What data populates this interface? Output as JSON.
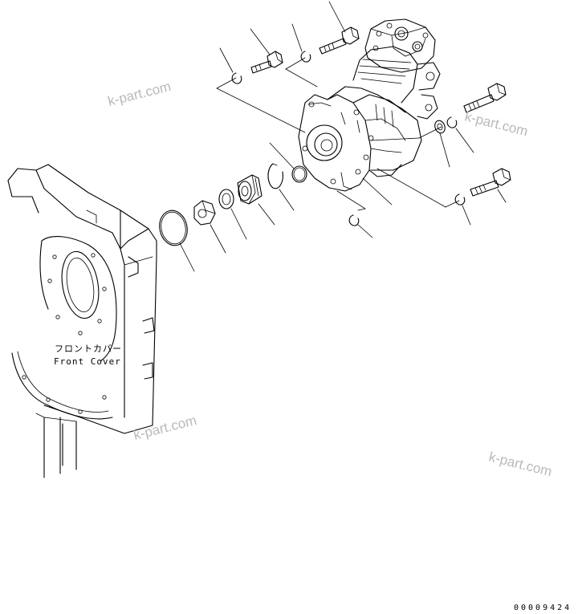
{
  "diagram": {
    "label_jp": "フロントカバー",
    "label_en": "Front Cover",
    "watermarks": [
      "k-part.com",
      "k-part.com",
      "k-part.com",
      "k-part.com"
    ],
    "illustration_code": "00009424"
  },
  "parts": [
    "front-cover",
    "o-ring",
    "nut",
    "washer",
    "bearing",
    "snap-ring",
    "small-o-ring",
    "air-compressor",
    "bolt",
    "washer",
    "bolt",
    "washer",
    "bolt",
    "washer",
    "bolt",
    "washer",
    "plug"
  ]
}
